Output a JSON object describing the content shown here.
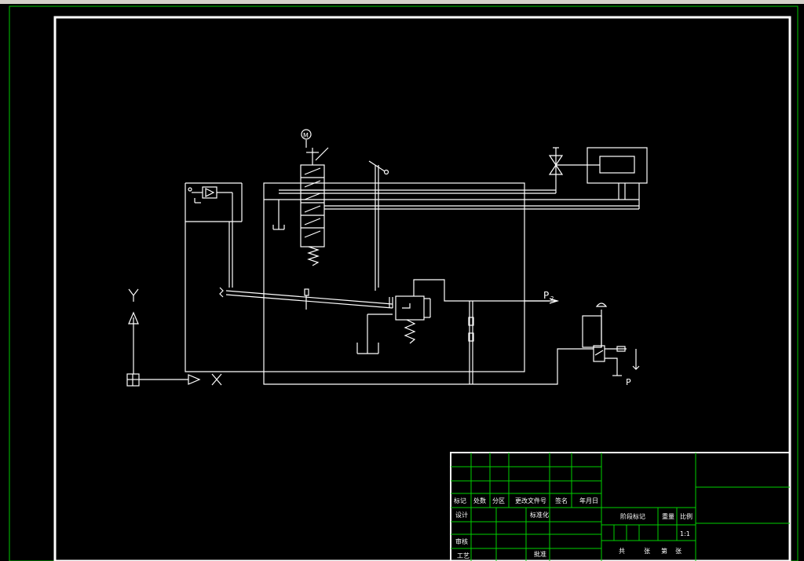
{
  "labels": {
    "axis_y": "Y",
    "port_p2_main": "P",
    "port_p2_sub": "2",
    "port_p": "P",
    "motor": "M"
  },
  "title_block": {
    "row_labels": [
      "标记",
      "处数",
      "分区",
      "更改文件号",
      "签名",
      "年月日"
    ],
    "design": "设计",
    "standardize": "标准化",
    "review": "审核",
    "process": "工艺",
    "approve": "批准",
    "stage_mark": "阶段标记",
    "weight": "重量",
    "scale": "比例",
    "sheet_total": "共",
    "sheet_unit": "张",
    "sheet_no": "第",
    "sheet_unit2": "张",
    "ratio": "1:1"
  },
  "colors": {
    "background": "#000000",
    "frame": "#ffffff",
    "outer_frame": "#00c800",
    "grid": "#00d000",
    "line": "#ffffff"
  }
}
